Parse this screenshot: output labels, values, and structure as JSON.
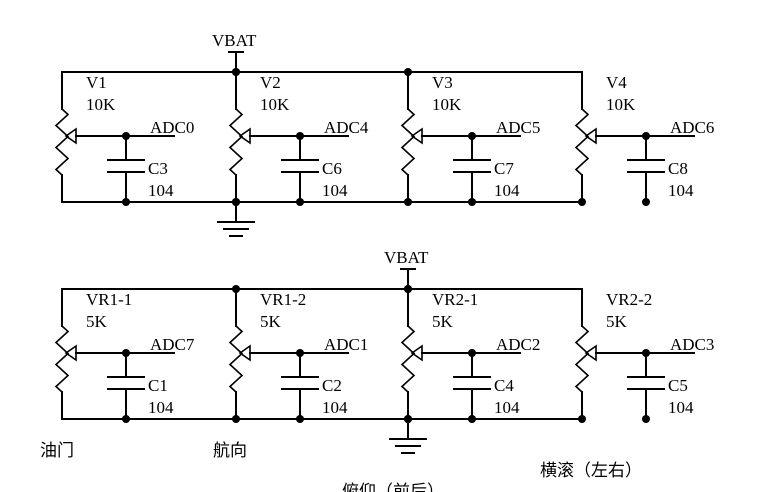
{
  "supply_label": "VBAT",
  "rows": [
    {
      "supply": "VBAT",
      "branches": [
        {
          "pot": "V1",
          "pot_value": "10K",
          "adc": "ADC0",
          "cap": "C3",
          "cap_value": "104"
        },
        {
          "pot": "V2",
          "pot_value": "10K",
          "adc": "ADC4",
          "cap": "C6",
          "cap_value": "104"
        },
        {
          "pot": "V3",
          "pot_value": "10K",
          "adc": "ADC5",
          "cap": "C7",
          "cap_value": "104"
        },
        {
          "pot": "V4",
          "pot_value": "10K",
          "adc": "ADC6",
          "cap": "C8",
          "cap_value": "104"
        }
      ]
    },
    {
      "supply": "VBAT",
      "branches": [
        {
          "pot": "VR1-1",
          "pot_value": "5K",
          "adc": "ADC7",
          "cap": "C1",
          "cap_value": "104"
        },
        {
          "pot": "VR1-2",
          "pot_value": "5K",
          "adc": "ADC1",
          "cap": "C2",
          "cap_value": "104"
        },
        {
          "pot": "VR2-1",
          "pot_value": "5K",
          "adc": "ADC2",
          "cap": "C4",
          "cap_value": "104"
        },
        {
          "pot": "VR2-2",
          "pot_value": "5K",
          "adc": "ADC3",
          "cap": "C5",
          "cap_value": "104"
        }
      ]
    }
  ],
  "captions": {
    "throttle": "油门",
    "yaw": "航向",
    "roll": "横滚（左右）",
    "pitch": "俯仰（前后）"
  }
}
